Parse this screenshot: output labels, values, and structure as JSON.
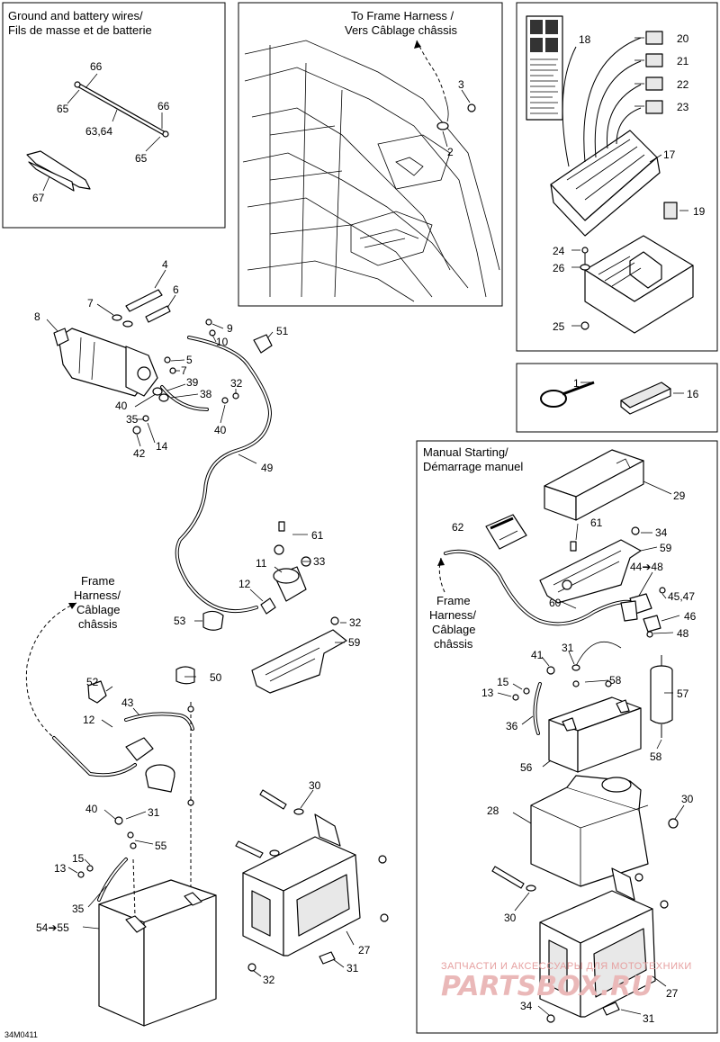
{
  "panels": {
    "ground_battery": {
      "title_en": "Ground and battery wires/",
      "title_fr": "Fils de masse et de batterie"
    },
    "frame_harness": {
      "title_en": "To Frame Harness /",
      "title_fr": "Vers Câblage châssis"
    },
    "manual_starting": {
      "title_en": "Manual Starting/",
      "title_fr": "Démarrage manuel"
    }
  },
  "callouts_side": {
    "frame_harness_left": [
      "Frame",
      "Harness/",
      "Câblage",
      "châssis"
    ],
    "frame_harness_right": [
      "Frame",
      "Harness/",
      "Câblage",
      "châssis"
    ]
  },
  "part_numbers": {
    "p66a": "66",
    "p65a": "65",
    "p6364": "63,64",
    "p66b": "66",
    "p65b": "65",
    "p67": "67",
    "p3a": "3",
    "p2a": "2",
    "p18": "18",
    "p20": "20",
    "p21": "21",
    "p22": "22",
    "p23": "23",
    "p17": "17",
    "p19": "19",
    "p24": "24",
    "p26": "26",
    "p25": "25",
    "p1": "1",
    "p16": "16",
    "p4": "4",
    "p6": "6",
    "p7a": "7",
    "p8": "8",
    "p9": "9",
    "p10": "10",
    "p51": "51",
    "p5": "5",
    "p7b": "7",
    "p39": "39",
    "p38": "38",
    "p32a": "32",
    "p40a": "40",
    "p35a": "35",
    "p40b": "40",
    "p14": "14",
    "p42": "42",
    "p49": "49",
    "p61a": "61",
    "p33": "33",
    "p11": "11",
    "p12a": "12",
    "p53": "53",
    "p32b": "32",
    "p59a": "59",
    "p50": "50",
    "p52": "52",
    "p43": "43",
    "p12b": "12",
    "p40c": "40",
    "p31a": "31",
    "p55a": "55",
    "p15a": "15",
    "p13a": "13",
    "p35b": "35",
    "p5455": "54➔55",
    "p30a": "30",
    "p27a": "27",
    "p31b": "31",
    "p32c": "32",
    "p29": "29",
    "p62": "62",
    "p61b": "61",
    "p34a": "34",
    "p59b": "59",
    "p4448": "44➔48",
    "p4547": "45,47",
    "p60": "60",
    "p46": "46",
    "p48": "48",
    "p41": "41",
    "p31c": "31",
    "p58a": "58",
    "p15b": "15",
    "p13b": "13",
    "p36": "36",
    "p57": "57",
    "p58b": "58",
    "p56": "56",
    "p28": "28",
    "p30b": "30",
    "p30c": "30",
    "p27b": "27",
    "p34b": "34",
    "p31d": "31"
  },
  "drawing_code": "34M0411",
  "watermark": {
    "line1": "ЗАПЧАСТИ И АКСЕССУАРЫ ДЛЯ МОТОТЕХНИКИ",
    "line2": "PARTSBOX.RU"
  }
}
